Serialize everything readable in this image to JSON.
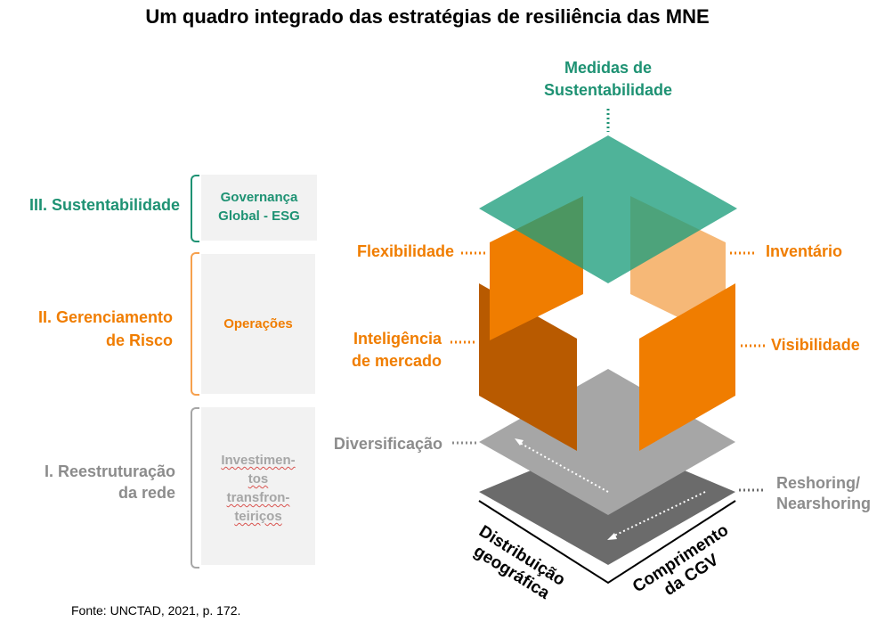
{
  "title": "Um quadro integrado das estratégias de resiliência das MNE",
  "colors": {
    "green": "#1e9273",
    "green_fill": "#4db89e",
    "orange": "#f07d00",
    "orange_dark": "#b85a00",
    "orange_light": "#f6b877",
    "gray": "#8c8c8c",
    "gray_light": "#a6a6a6",
    "gray_dark": "#6b6b6b"
  },
  "tiers": [
    {
      "label": "III. Sustentabilidade",
      "box": "Governança Global - ESG"
    },
    {
      "label_line1": "II. Gerenciamento",
      "label_line2": "de Risco",
      "box": "Operações"
    },
    {
      "label_line1": "I. Reestruturação",
      "label_line2": "da rede",
      "box_line1": "Investimen-",
      "box_line2": "tos",
      "box_line3": "transfron-",
      "box_line4": "teiriços"
    }
  ],
  "callouts": {
    "top_line1": "Medidas de",
    "top_line2": "Sustentabilidade",
    "flexibilidade": "Flexibilidade",
    "inventario": "Inventário",
    "inteligencia_line1": "Inteligência",
    "inteligencia_line2": "de mercado",
    "visibilidade": "Visibilidade",
    "diversificacao": "Diversificação",
    "reshoring_line1": "Reshoring/",
    "reshoring_line2": "Nearshoring"
  },
  "axes": {
    "left_line1": "Distribuição",
    "left_line2": "geográfica",
    "right_line1": "Comprimento",
    "right_line2": "da CGV"
  },
  "source": "Fonte: UNCTAD, 2021, p. 172."
}
